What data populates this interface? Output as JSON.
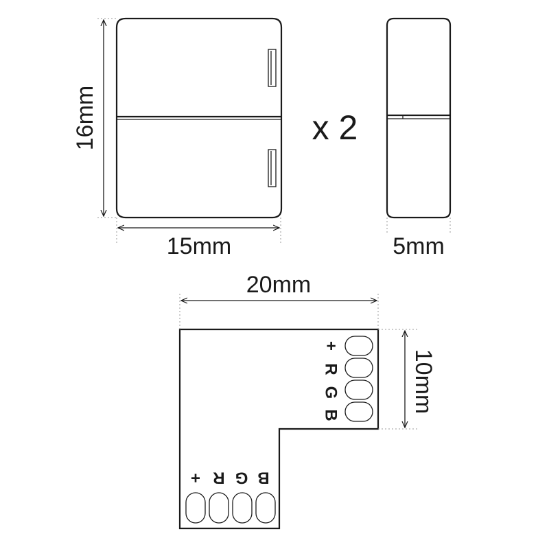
{
  "connector": {
    "height_label": "16mm",
    "width_label": "15mm",
    "quantity_label": "x 2"
  },
  "side_view": {
    "depth_label": "5mm"
  },
  "l_connector": {
    "length_label": "20mm",
    "width_label": "10mm",
    "right_pins": [
      "+",
      "R",
      "G",
      "B"
    ],
    "bottom_pins": [
      "+",
      "R",
      "G",
      "B"
    ]
  }
}
